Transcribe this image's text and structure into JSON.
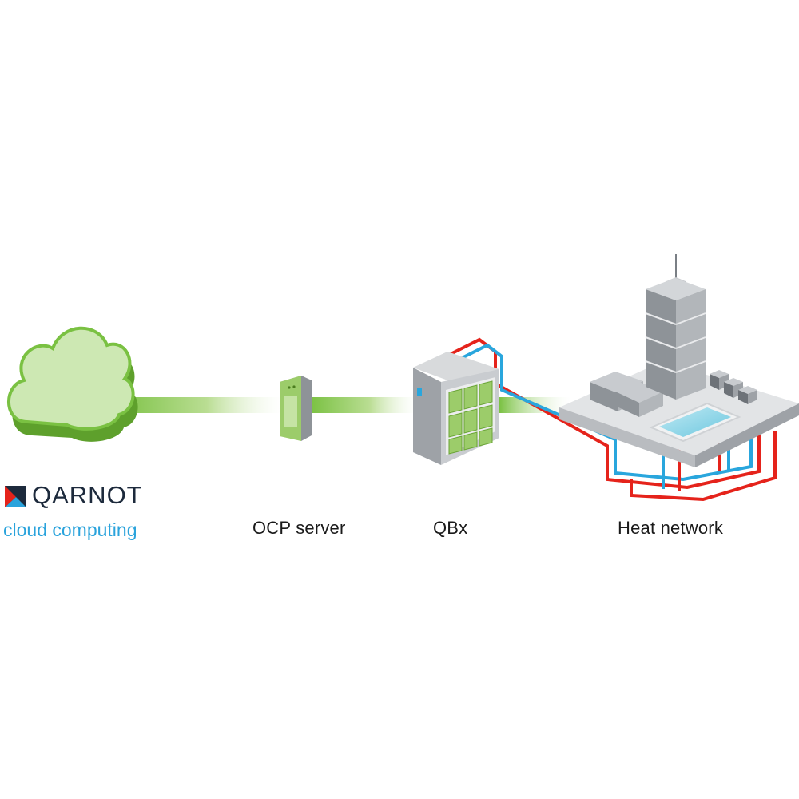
{
  "brand": {
    "name": "QARNOT",
    "tagline": "cloud computing"
  },
  "labels": {
    "ocp_server": "OCP server",
    "qbx": "QBx",
    "heat_network": "Heat network"
  },
  "colors": {
    "compute_green": "#7ac142",
    "hot_pipe": "#e5231b",
    "cold_pipe": "#29a6dd",
    "building_gray": "#a9adb1",
    "logo_red": "#e5231b",
    "logo_blue": "#2aa3dc",
    "logo_navy": "#1d2a3c"
  },
  "icons": [
    "cloud-icon",
    "ocp-server-icon",
    "qbx-rack-icon",
    "heat-network-city-icon",
    "qarnot-logo-icon"
  ]
}
